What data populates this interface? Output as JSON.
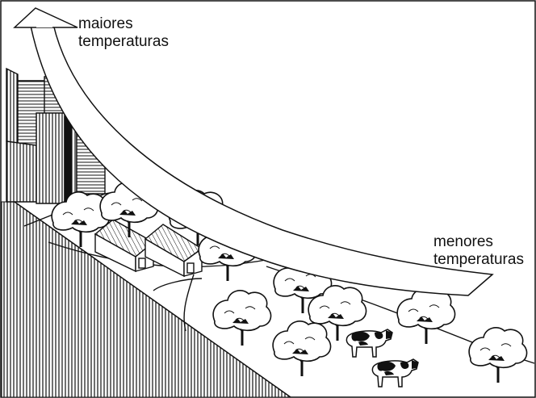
{
  "labels": {
    "hot_line1": "maiores",
    "hot_line2": "temperaturas",
    "cold_line1": "menores",
    "cold_line2": "temperaturas"
  },
  "colors": {
    "ink": "#111111",
    "paper": "#ffffff"
  },
  "icons": [
    "temperature-arrow",
    "building",
    "house",
    "tree",
    "cow",
    "fence",
    "road"
  ]
}
